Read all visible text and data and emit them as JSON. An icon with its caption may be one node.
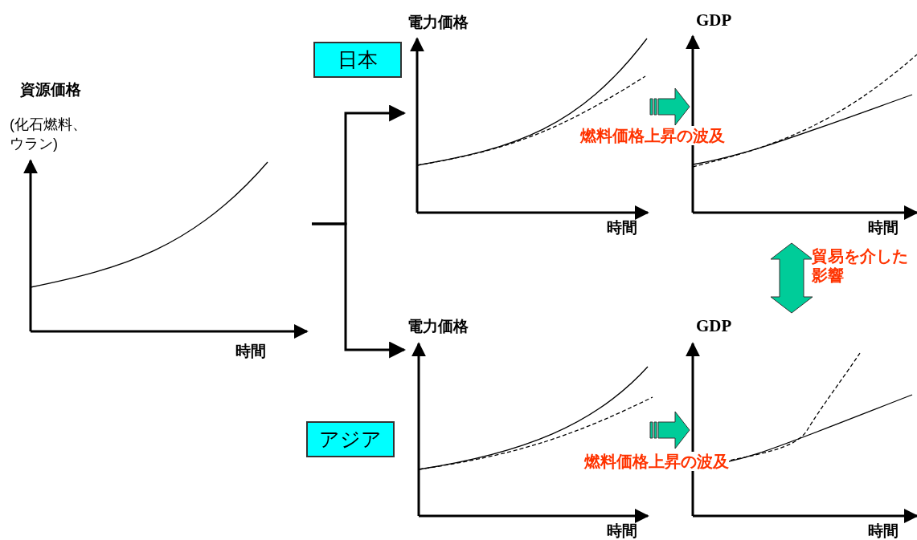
{
  "diagram": {
    "nodes": [
      {
        "text": [
          "資源価格",
          "(化石燃料、ウラン)",
          "時間"
        ]
      },
      {
        "text": [
          "日本"
        ]
      },
      {
        "text": [
          "電力価格",
          "時間"
        ]
      },
      {
        "text": [
          "GDP",
          "時間"
        ]
      },
      {
        "text": [
          "アジア"
        ]
      },
      {
        "text": [
          "電力価格",
          "時間"
        ]
      },
      {
        "text": [
          "GDP",
          "時間"
        ]
      }
    ],
    "edges": [
      {
        "from": 0,
        "to": 2,
        "arrow": "to"
      },
      {
        "from": 0,
        "to": 5,
        "arrow": "to"
      },
      {
        "from": 2,
        "to": 3,
        "arrow": "to",
        "label": "燃料価格上昇の波及",
        "style": "thick",
        "color": "#00cc99"
      },
      {
        "from": 5,
        "to": 6,
        "arrow": "to",
        "label": "燃料価格上昇の波及",
        "style": "thick",
        "color": "#00cc99"
      },
      {
        "from": 3,
        "to": 6,
        "arrow": "both",
        "label": "貿易を介した影響",
        "style": "thick",
        "color": "#00cc99"
      }
    ]
  }
}
